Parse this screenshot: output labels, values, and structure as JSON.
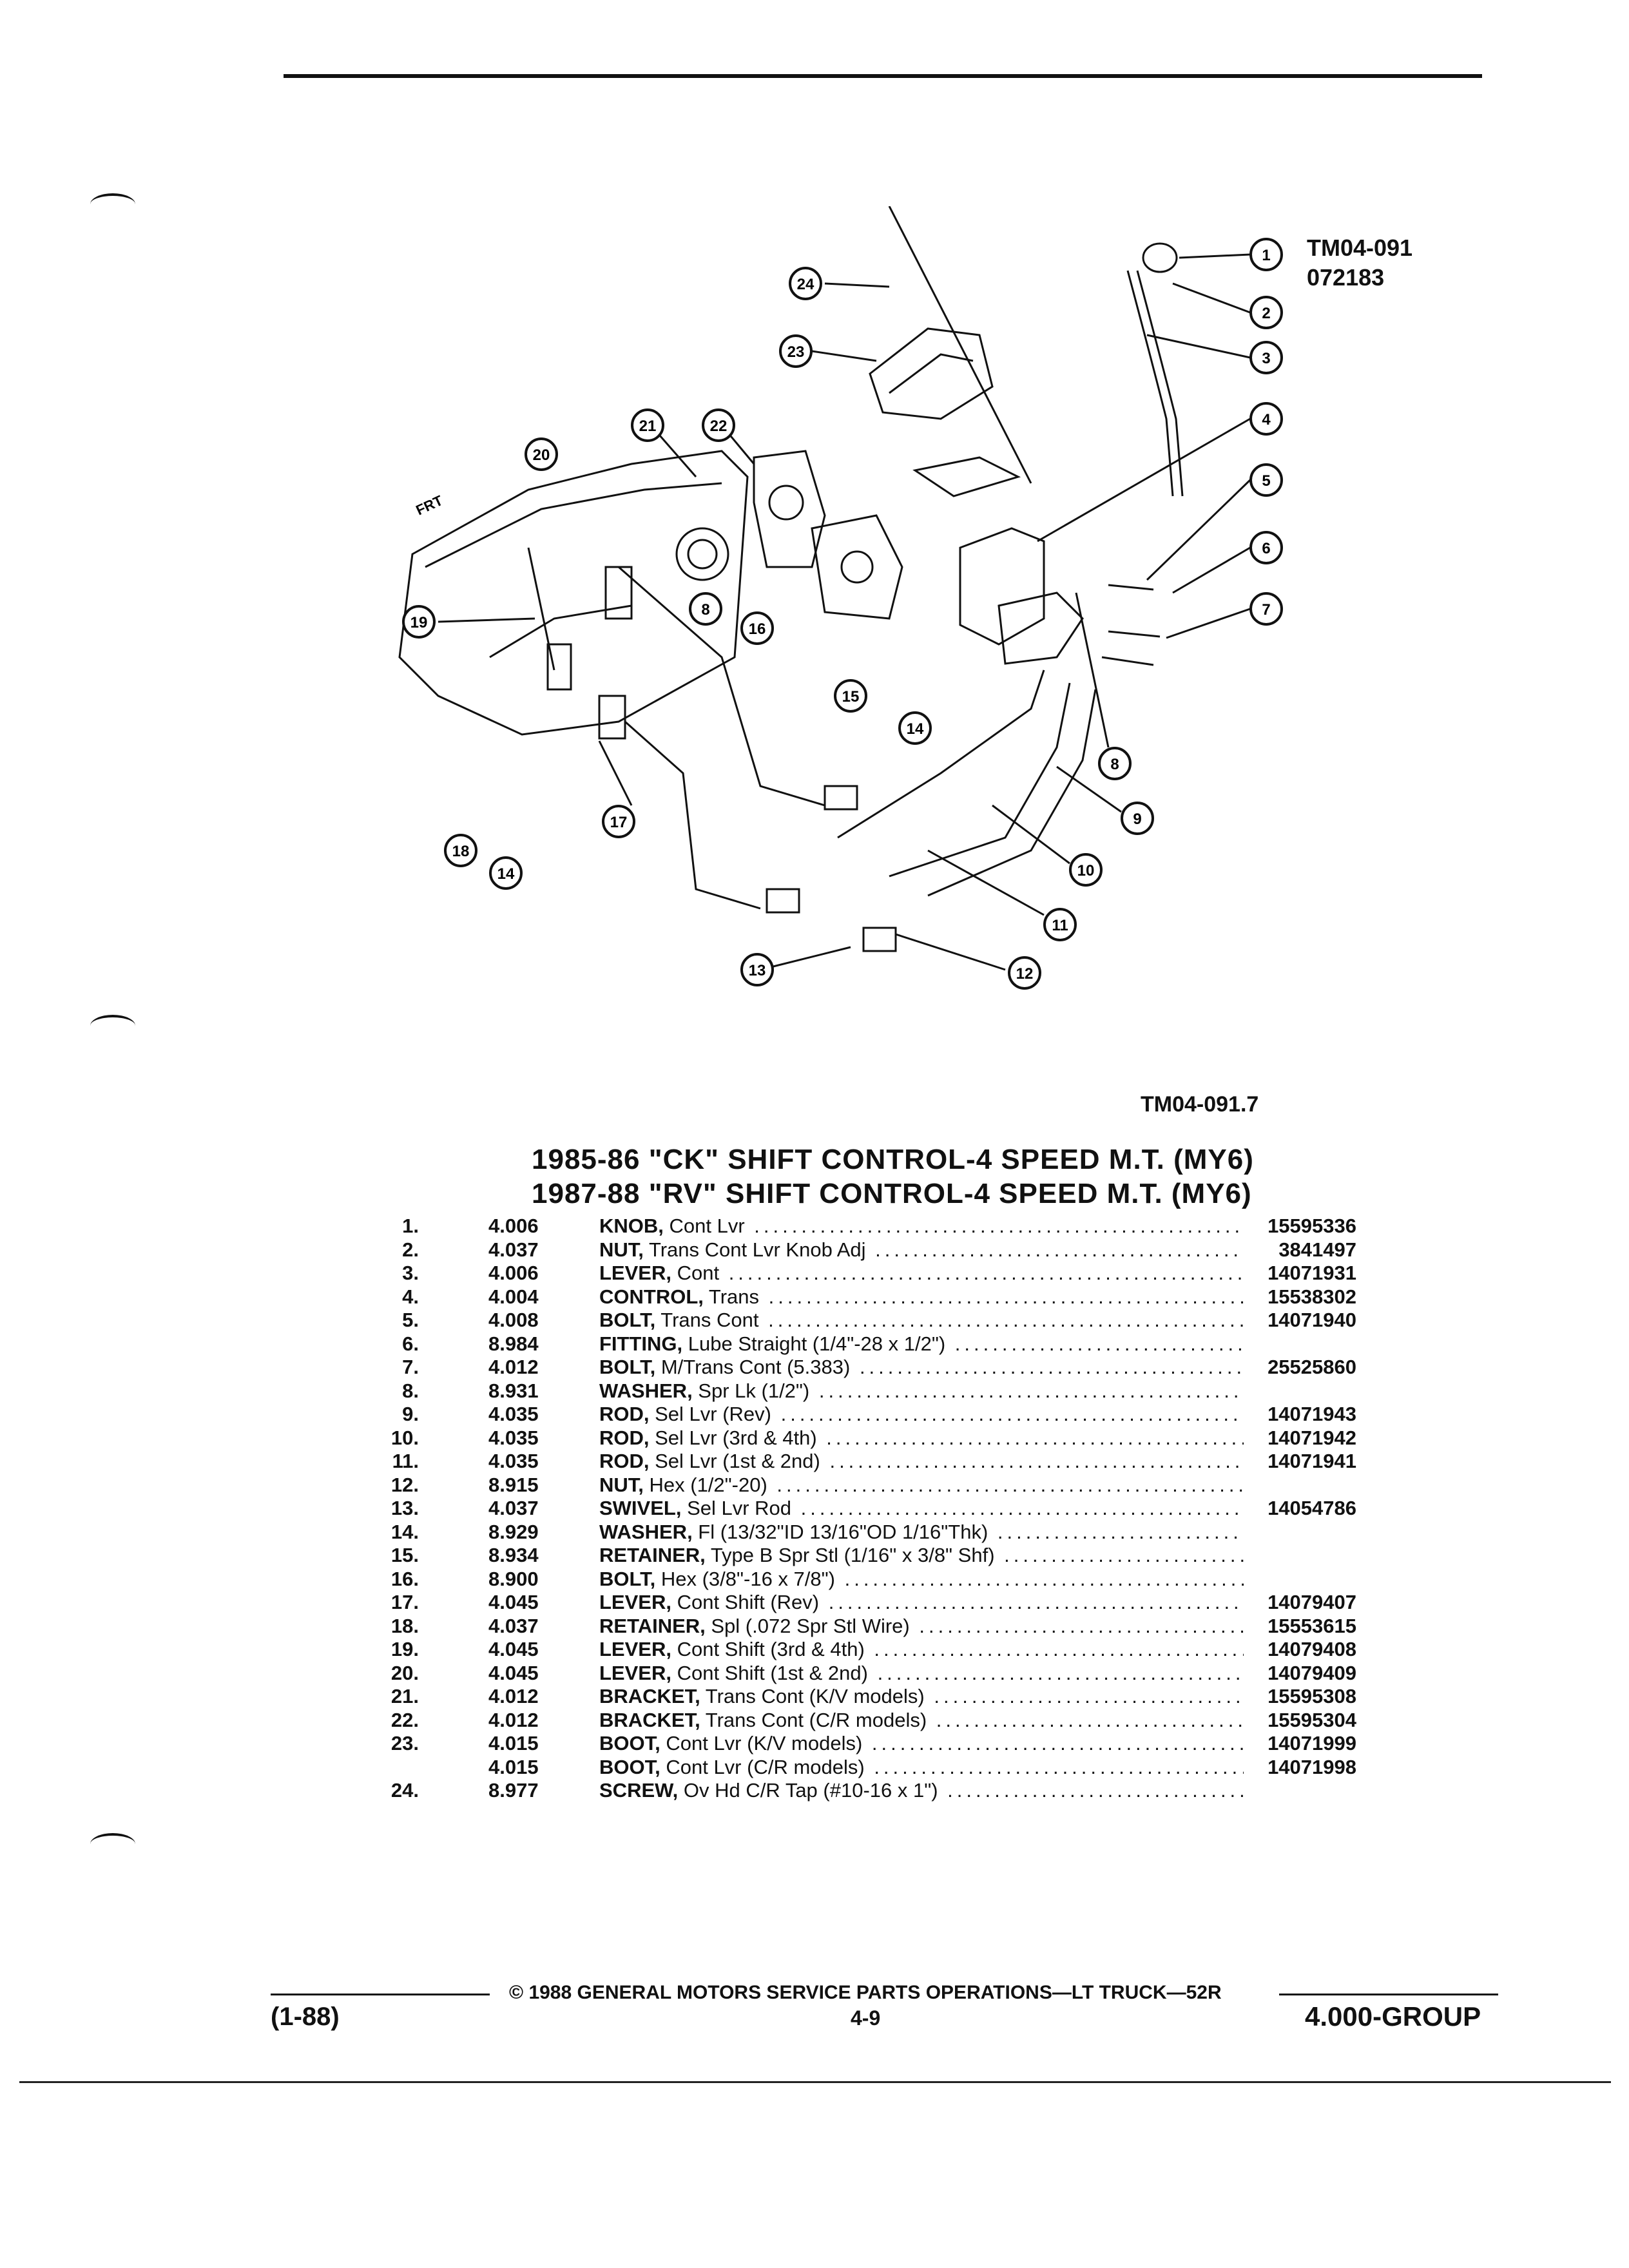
{
  "diagram": {
    "figure_ref": "TM04-091",
    "figure_date": "072183",
    "figure_code": "TM04-091.7",
    "frt_label": "FRT",
    "callouts": [
      "1",
      "2",
      "3",
      "4",
      "5",
      "6",
      "7",
      "8",
      "9",
      "10",
      "11",
      "12",
      "13",
      "14",
      "15",
      "16",
      "17",
      "18",
      "19",
      "20",
      "21",
      "22",
      "23",
      "24"
    ]
  },
  "title": {
    "line1": "1985-86 \"CK\" SHIFT CONTROL-4 SPEED M.T. (MY6)",
    "line2": "1987-88 \"RV\" SHIFT CONTROL-4 SPEED M.T. (MY6)"
  },
  "parts": [
    {
      "num": "1.",
      "group": "4.006",
      "name": "KNOB,",
      "desc": " Cont Lvr",
      "pn": "15595336"
    },
    {
      "num": "2.",
      "group": "4.037",
      "name": "NUT,",
      "desc": " Trans Cont Lvr Knob Adj",
      "pn": "3841497"
    },
    {
      "num": "3.",
      "group": "4.006",
      "name": "LEVER,",
      "desc": " Cont",
      "pn": "14071931"
    },
    {
      "num": "4.",
      "group": "4.004",
      "name": "CONTROL,",
      "desc": " Trans",
      "pn": "15538302"
    },
    {
      "num": "5.",
      "group": "4.008",
      "name": "BOLT,",
      "desc": " Trans Cont",
      "pn": "14071940"
    },
    {
      "num": "6.",
      "group": "8.984",
      "name": "FITTING,",
      "desc": " Lube Straight (1/4\"-28 x 1/2\")",
      "pn": ""
    },
    {
      "num": "7.",
      "group": "4.012",
      "name": "BOLT,",
      "desc": " M/Trans Cont (5.383)",
      "pn": "25525860"
    },
    {
      "num": "8.",
      "group": "8.931",
      "name": "WASHER,",
      "desc": " Spr Lk (1/2\")",
      "pn": ""
    },
    {
      "num": "9.",
      "group": "4.035",
      "name": "ROD,",
      "desc": " Sel Lvr (Rev)",
      "pn": "14071943"
    },
    {
      "num": "10.",
      "group": "4.035",
      "name": "ROD,",
      "desc": " Sel Lvr (3rd & 4th)",
      "pn": "14071942"
    },
    {
      "num": "11.",
      "group": "4.035",
      "name": "ROD,",
      "desc": " Sel Lvr (1st & 2nd)",
      "pn": "14071941"
    },
    {
      "num": "12.",
      "group": "8.915",
      "name": "NUT,",
      "desc": " Hex (1/2\"-20)",
      "pn": ""
    },
    {
      "num": "13.",
      "group": "4.037",
      "name": "SWIVEL,",
      "desc": " Sel Lvr Rod",
      "pn": "14054786"
    },
    {
      "num": "14.",
      "group": "8.929",
      "name": "WASHER,",
      "desc": " Fl (13/32\"ID 13/16\"OD 1/16\"Thk)",
      "pn": ""
    },
    {
      "num": "15.",
      "group": "8.934",
      "name": "RETAINER,",
      "desc": " Type B Spr Stl (1/16\" x 3/8\" Shf)",
      "pn": ""
    },
    {
      "num": "16.",
      "group": "8.900",
      "name": "BOLT,",
      "desc": " Hex (3/8\"-16 x 7/8\")",
      "pn": ""
    },
    {
      "num": "17.",
      "group": "4.045",
      "name": "LEVER,",
      "desc": " Cont Shift (Rev)",
      "pn": "14079407"
    },
    {
      "num": "18.",
      "group": "4.037",
      "name": "RETAINER,",
      "desc": " Spl (.072 Spr Stl Wire)",
      "pn": "15553615"
    },
    {
      "num": "19.",
      "group": "4.045",
      "name": "LEVER,",
      "desc": " Cont Shift (3rd & 4th)",
      "pn": "14079408"
    },
    {
      "num": "20.",
      "group": "4.045",
      "name": "LEVER,",
      "desc": " Cont Shift (1st & 2nd)",
      "pn": "14079409"
    },
    {
      "num": "21.",
      "group": "4.012",
      "name": "BRACKET,",
      "desc": " Trans Cont (K/V models)",
      "pn": "15595308"
    },
    {
      "num": "22.",
      "group": "4.012",
      "name": "BRACKET,",
      "desc": " Trans Cont (C/R models)",
      "pn": "15595304"
    },
    {
      "num": "23.",
      "group": "4.015",
      "name": "BOOT,",
      "desc": " Cont Lvr (K/V models)",
      "pn": "14071999"
    },
    {
      "num": "",
      "group": "4.015",
      "name": "BOOT,",
      "desc": " Cont Lvr (C/R models)",
      "pn": "14071998"
    },
    {
      "num": "24.",
      "group": "8.977",
      "name": "SCREW,",
      "desc": " Ov Hd C/R Tap (#10-16 x 1\")",
      "pn": ""
    }
  ],
  "footer": {
    "copyright": "© 1988 GENERAL MOTORS SERVICE PARTS OPERATIONS—LT TRUCK—52R",
    "date": "(1-88)",
    "page": "4-9",
    "group": "4.000-GROUP"
  }
}
